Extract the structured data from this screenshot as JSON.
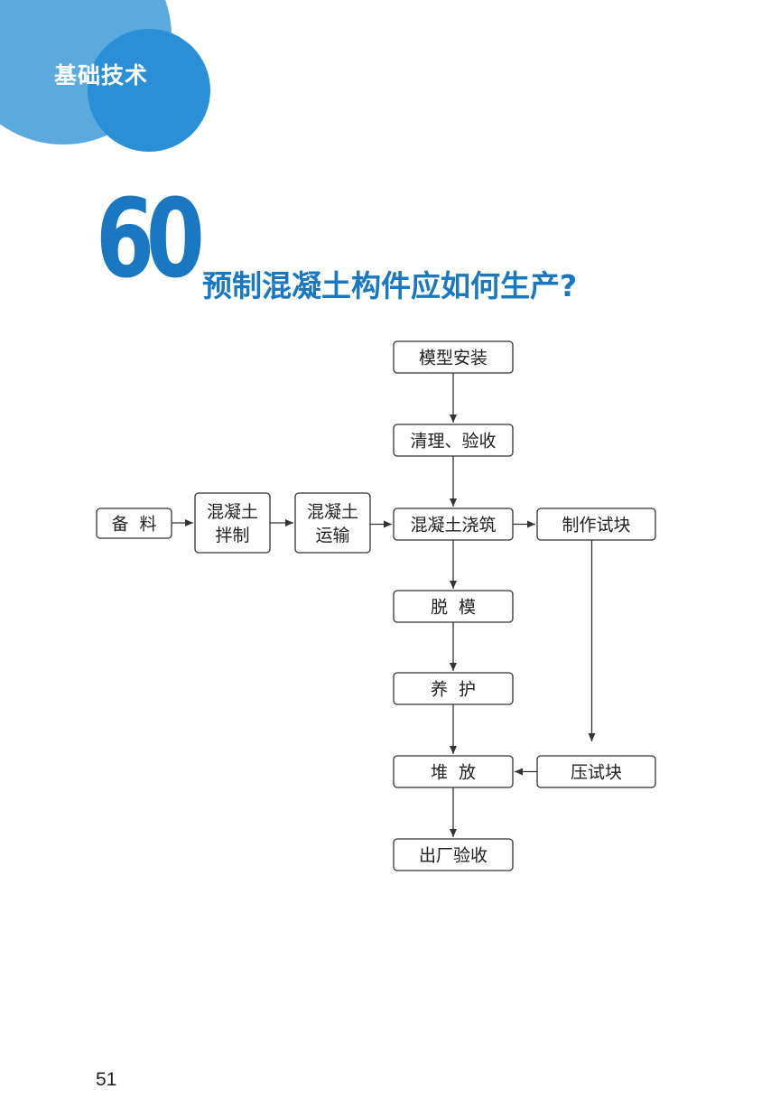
{
  "header": {
    "section_label": "基础技术"
  },
  "question": {
    "number": "60",
    "title": "预制混凝土构件应如何生产?"
  },
  "colors": {
    "accent": "#1a78c2",
    "bubble_light": "#5aa9df",
    "bubble_dark": "#2a8fd6"
  },
  "flowchart": {
    "nodes": [
      {
        "id": "mold",
        "lines": [
          "模型安装"
        ]
      },
      {
        "id": "clean",
        "lines": [
          "清理、验收"
        ]
      },
      {
        "id": "prep",
        "lines": [
          "备  料"
        ]
      },
      {
        "id": "mix",
        "lines": [
          "混凝土",
          "拌制"
        ]
      },
      {
        "id": "transport",
        "lines": [
          "混凝土",
          "运输"
        ]
      },
      {
        "id": "pour",
        "lines": [
          "混凝土浇筑"
        ]
      },
      {
        "id": "specimen",
        "lines": [
          "制作试块"
        ]
      },
      {
        "id": "demold",
        "lines": [
          "脱  模"
        ]
      },
      {
        "id": "cure",
        "lines": [
          "养  护"
        ]
      },
      {
        "id": "stack",
        "lines": [
          "堆  放"
        ]
      },
      {
        "id": "compress",
        "lines": [
          "压试块"
        ]
      },
      {
        "id": "ship",
        "lines": [
          "出厂验收"
        ]
      }
    ],
    "edges": [
      [
        "mold",
        "clean"
      ],
      [
        "clean",
        "pour"
      ],
      [
        "prep",
        "mix"
      ],
      [
        "mix",
        "transport"
      ],
      [
        "transport",
        "pour"
      ],
      [
        "pour",
        "specimen"
      ],
      [
        "pour",
        "demold"
      ],
      [
        "demold",
        "cure"
      ],
      [
        "cure",
        "stack"
      ],
      [
        "specimen",
        "compress"
      ],
      [
        "compress",
        "stack"
      ],
      [
        "stack",
        "ship"
      ]
    ]
  },
  "footer": {
    "page_number": "51"
  }
}
